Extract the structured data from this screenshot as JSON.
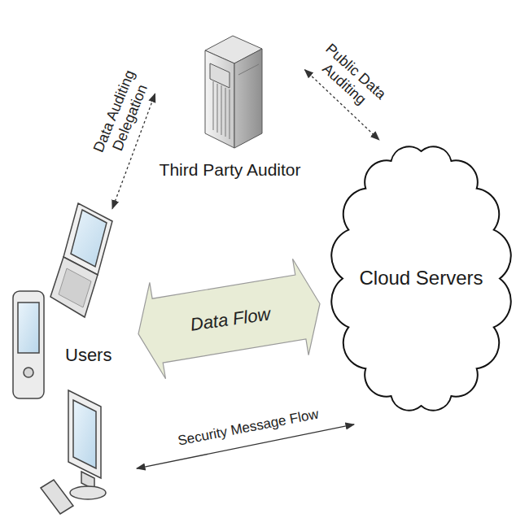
{
  "diagram": {
    "nodes": [
      {
        "text": [
          "Third Party Auditor"
        ]
      },
      {
        "text": [
          "Users"
        ]
      },
      {
        "text": [
          "Cloud Servers"
        ]
      }
    ],
    "edges": [
      {
        "from": 1,
        "to": 2,
        "label": "Data Flow",
        "arrow": "both"
      },
      {
        "from": 1,
        "to": 2,
        "label": "Security Message Flow",
        "arrow": "both"
      },
      {
        "from": 0,
        "to": 1,
        "label": "Data Auditing Delegation",
        "arrow": "both"
      },
      {
        "from": 0,
        "to": 2,
        "label": "Public Data Auditing",
        "arrow": "both"
      }
    ]
  }
}
